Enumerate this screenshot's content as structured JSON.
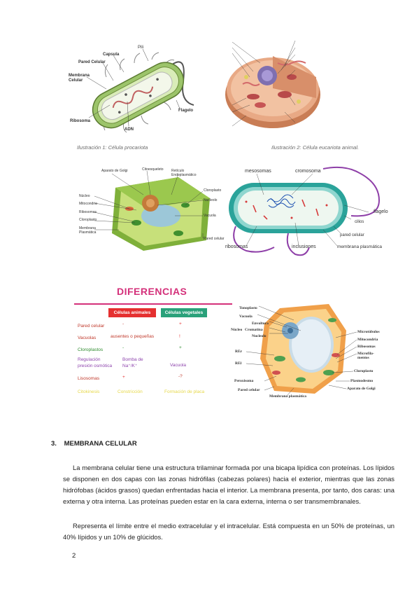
{
  "fig1": {
    "labels": {
      "pili": "Pili",
      "capsula": "Capsula",
      "pared": "Pared Celular",
      "membrana": "Membrana\nCelular",
      "ribosoma": "Ribosoma",
      "adn": "ADN",
      "flagelo": "Flagelo"
    },
    "caption": "Ilustración 1: Célula procariota"
  },
  "fig2": {
    "caption": "Ilustración 2: Célula eucariota animal."
  },
  "fig3": {
    "labels": {
      "golgi": "Aparato de Golgi",
      "cito": "Citoesqueleto",
      "reticulo": "Retículo\nEndoplasmático",
      "nucleo": "Núcleo",
      "mito": "Mitocondria",
      "ribo": "Ribosomas",
      "cloro": "Cloroplasto",
      "cloro2": "Cloroplasto",
      "membrana": "Membrana\nPlasmática",
      "nucleo2": "Nucleolo",
      "vacuola": "Vacuola",
      "pared": "Pared celular"
    }
  },
  "fig4": {
    "labels": {
      "mesosomas": "mesosomas",
      "cromosoma": "cromosoma",
      "flagelo": "flagelo",
      "cilios": "cilios",
      "pared": "pared celular",
      "ribosomas": "ribosomas",
      "inclusiones": "inclusiones",
      "membrana": "membrana plasmática"
    }
  },
  "table": {
    "title": "DIFERENCIAS",
    "col_animal": "Células animales",
    "col_vegetal": "Células vegetales",
    "rows": [
      {
        "label": "Pared celular",
        "animal": "-",
        "vegetal": "+",
        "color": "#c0392b"
      },
      {
        "label": "Vacuolas",
        "animal": "ausentes o pequeñas",
        "vegetal": "!",
        "color": "#c0392b"
      },
      {
        "label": "Cloroplastos",
        "animal": "-",
        "vegetal": "+",
        "color": "#2e8b2e"
      },
      {
        "label": "Regulación\npresión osmótica",
        "animal": "Bomba de\nNa⁺/K⁺",
        "vegetal": "Vacuola",
        "color": "#8e44ad"
      },
      {
        "label": "Lisosomas",
        "animal": "+",
        "vegetal": "-?",
        "color": "#c0392b"
      },
      {
        "label": "Citokinesis",
        "animal": "Constricción",
        "vegetal": "Formación de placa",
        "color": "#e6d84a"
      }
    ]
  },
  "fig5": {
    "labels": {
      "tono": "Tonoplasto",
      "vacuola": "Vacuola",
      "envoltura": "Envoltura",
      "cromatina": "Cromatina",
      "nucleolo": "Nucleolo",
      "nucleo": "Núcleo",
      "rer": "REr",
      "rel": "REl",
      "perox": "Peroxisoma",
      "pared": "Pared celular",
      "membrana": "Membrana plasmática",
      "microt": "Microtúbulos",
      "mito": "Mitocondria",
      "ribo": "Ribosomas",
      "microf": "Microfila-\nmentos",
      "cloro": "Cloroplasto",
      "plasmo": "Plasmodesmo",
      "golgi": "Aparato de Golgi"
    }
  },
  "section": {
    "number": "3.",
    "title": "MEMBRANA CELULAR"
  },
  "paragraphs": [
    "La membrana celular tiene una estructura trilaminar formada por una bicapa lipídica con proteínas. Los lípidos se disponen en dos capas con las zonas hidrófilas (cabezas polares) hacia el exterior, mientras que las zonas hidrófobas (ácidos grasos) quedan enfrentadas hacia el interior. La membrana presenta, por tanto, dos caras: una externa y otra interna. Las proteínas pueden estar en la cara externa, interna o ser transmembranales.",
    "Representa el límite entre el medio extracelular y el intracelular. Está compuesta en un 50% de proteínas, un 40% lípidos y un 10% de glúcidos."
  ],
  "page_number": "2"
}
